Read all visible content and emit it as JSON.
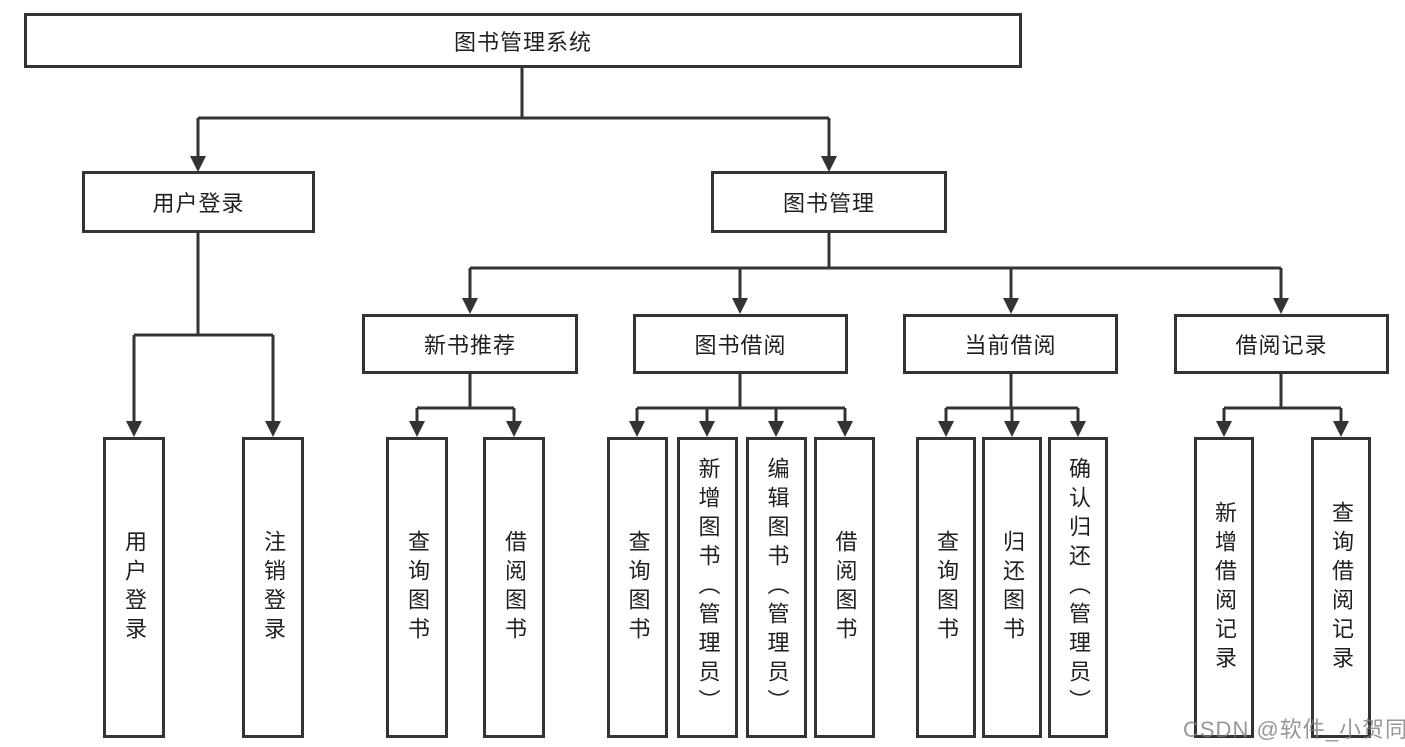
{
  "tree": {
    "root": "图书管理系统",
    "branches": [
      {
        "label": "用户登录",
        "children": [
          "用户登录",
          "注销登录"
        ]
      },
      {
        "label": "图书管理",
        "sections": [
          {
            "label": "新书推荐",
            "children": [
              "查询图书",
              "借阅图书"
            ]
          },
          {
            "label": "图书借阅",
            "children": [
              "查询图书",
              "新增图书（管理员）",
              "编辑图书（管理员）",
              "借阅图书"
            ]
          },
          {
            "label": "当前借阅",
            "children": [
              "查询图书",
              "归还图书",
              "确认归还（管理员）"
            ]
          },
          {
            "label": "借阅记录",
            "children": [
              "新增借阅记录",
              "查询借阅记录"
            ]
          }
        ]
      }
    ]
  },
  "watermark": "CSDN @软件_小贺同学",
  "colors": {
    "line": "#333333",
    "text": "#1f1f1f",
    "watermark": "#9c9ca2",
    "background": "#ffffff"
  }
}
